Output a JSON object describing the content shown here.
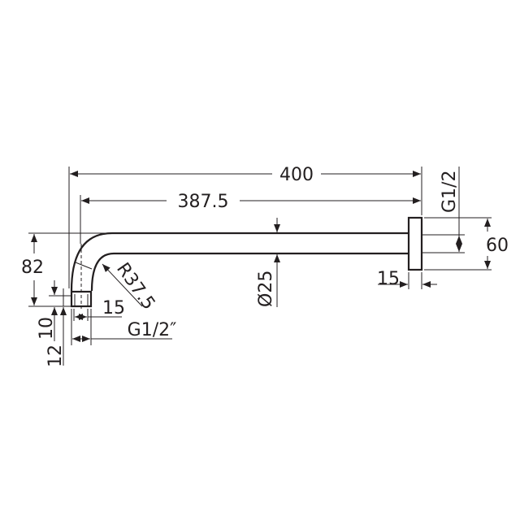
{
  "dimensions": {
    "overall_length": "400",
    "center_length": "387.5",
    "flange_thread": "G1/2",
    "flange_diameter": "60",
    "flange_thickness": "15",
    "pipe_diameter": "Ø25",
    "drop_height": "82",
    "bend_radius": "R37.5",
    "outlet_height": "10",
    "outlet_height_total": "12",
    "outlet_width": "15",
    "outlet_thread": "G1/2″"
  },
  "colors": {
    "line": "#231f20",
    "background": "#ffffff"
  }
}
